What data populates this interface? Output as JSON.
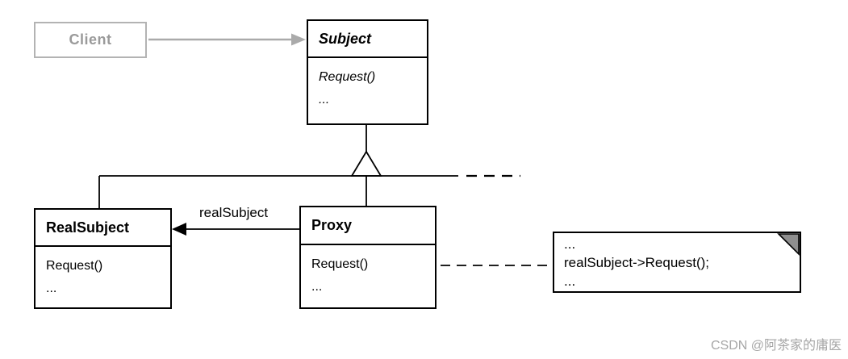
{
  "diagram": {
    "client": {
      "label": "Client"
    },
    "subject": {
      "title": "Subject",
      "methods": [
        "Request()",
        "..."
      ]
    },
    "real_subject": {
      "title": "RealSubject",
      "methods": [
        "Request()",
        "..."
      ]
    },
    "proxy": {
      "title": "Proxy",
      "methods": [
        "Request()",
        "..."
      ]
    },
    "association_label": "realSubject",
    "note": {
      "lines": [
        "...",
        "realSubject->Request();",
        "..."
      ]
    },
    "watermark": "CSDN @阿茶家的庸医"
  },
  "colors": {
    "line": "#000000",
    "muted_gray": "#aaaaaa",
    "client_border": "#b3b3b3",
    "note_fold": "#8f8f8f"
  }
}
